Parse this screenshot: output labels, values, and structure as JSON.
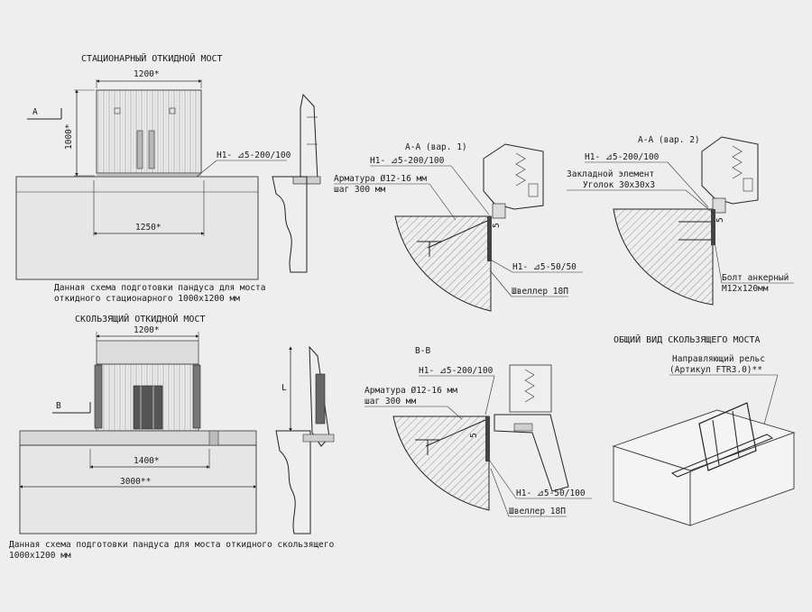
{
  "titles": {
    "stationary": "СТАЦИОНАРНЫЙ ОТКИДНОЙ МОСТ",
    "sliding": "СКОЛЬЗЯЩИЙ ОТКИДНОЙ МОСТ",
    "general_view": "ОБЩИЙ ВИД СКОЛЬЗЯЩЕГО МОСТА"
  },
  "stationary": {
    "dim_width_top": "1200*",
    "dim_height": "1000*",
    "dim_width_bottom": "1250*",
    "section_a_top": "A",
    "section_a_bottom": "A",
    "weld_label": "H1-",
    "weld_spec": "5-200/100",
    "note_line1": "Данная схема подготовки пандуса для моста",
    "note_line2": "откидного стационарного 1000х1200 мм"
  },
  "sliding": {
    "dim_width_top": "1200*",
    "dim_length": "L",
    "dim_width_mid": "1400*",
    "dim_width_bottom": "3000**",
    "section_b_top": "B",
    "section_b_bottom": "B",
    "note_line1": "Данная схема подготовки пандуса для моста откидного скользящего",
    "note_line2": "1000х1200 мм"
  },
  "section_aa1": {
    "title": "A-A (вар. 1)",
    "weld_top_label": "H1-",
    "weld_top_spec": "5-200/100",
    "rebar_line1": "Арматура Ø12-16 мм",
    "rebar_line2": "шаг 300 мм",
    "dim": "5",
    "weld_bottom_label": "H1-",
    "weld_bottom_spec": "5-50/50",
    "channel": "Швеллер 18П"
  },
  "section_aa2": {
    "title": "A-A (вар. 2)",
    "weld_label": "H1-",
    "weld_spec": "5-200/100",
    "embed_line1": "Закладной элемент",
    "embed_line2": "Уголок 30х30х3",
    "dim": "5",
    "bolt_line1": "Болт анкерный",
    "bolt_line2": "M12х120мм"
  },
  "section_bb": {
    "title": "B-B",
    "weld_top_label": "H1-",
    "weld_top_spec": "5-200/100",
    "rebar_line1": "Арматура Ø12-16 мм",
    "rebar_line2": "шаг 300 мм",
    "dim": "5",
    "weld_bottom_label": "H1-",
    "weld_bottom_spec": "5-50/100",
    "channel": "Швеллер 18П"
  },
  "general_view": {
    "rail_line1": "Направляющий рельс",
    "rail_line2": "(Артикул FTR3.0)**"
  },
  "colors": {
    "background": "#eeeeee",
    "line": "#222222",
    "hatch": "#777777"
  }
}
